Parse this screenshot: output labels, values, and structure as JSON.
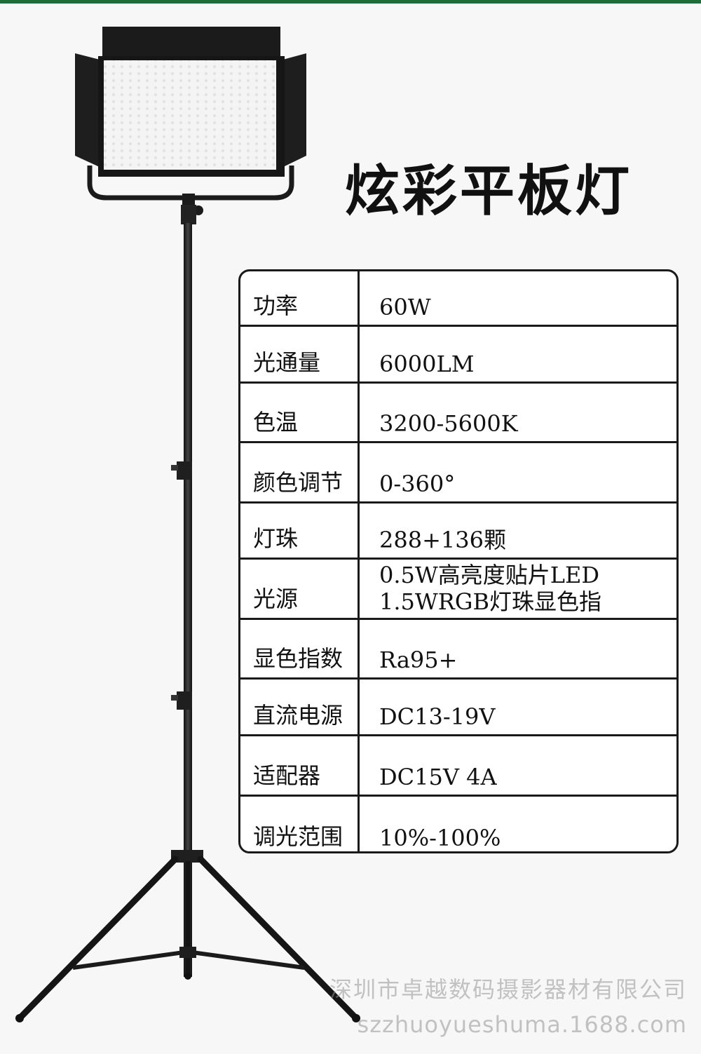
{
  "title": "炫彩平板灯",
  "specs": [
    {
      "label": "功率",
      "value": [
        "60W"
      ]
    },
    {
      "label": "光通量",
      "value": [
        "6000LM"
      ]
    },
    {
      "label": "色温",
      "value": [
        "3200-5600K"
      ]
    },
    {
      "label": "颜色调节",
      "value": [
        "0-360°"
      ]
    },
    {
      "label": "灯珠",
      "value": [
        "288+136颗"
      ]
    },
    {
      "label": "光源",
      "value": [
        "0.5W高亮度贴片LED",
        "1.5WRGB灯珠显色指"
      ]
    },
    {
      "label": "显色指数",
      "value": [
        "Ra95+"
      ]
    },
    {
      "label": "直流电源",
      "value": [
        "DC13-19V"
      ]
    },
    {
      "label": "适配器",
      "value": [
        "DC15V 4A"
      ]
    },
    {
      "label": "调光范围",
      "value": [
        "10%-100%"
      ]
    }
  ],
  "watermark": {
    "company": "深圳市卓越数码摄影器材有限公司",
    "url": "szzhuoyueshuma.1688.com"
  },
  "colors": {
    "accent_bar": "#1f6b3a",
    "table_border": "#1a1a1a",
    "panel_light": "#f4f4f4"
  }
}
